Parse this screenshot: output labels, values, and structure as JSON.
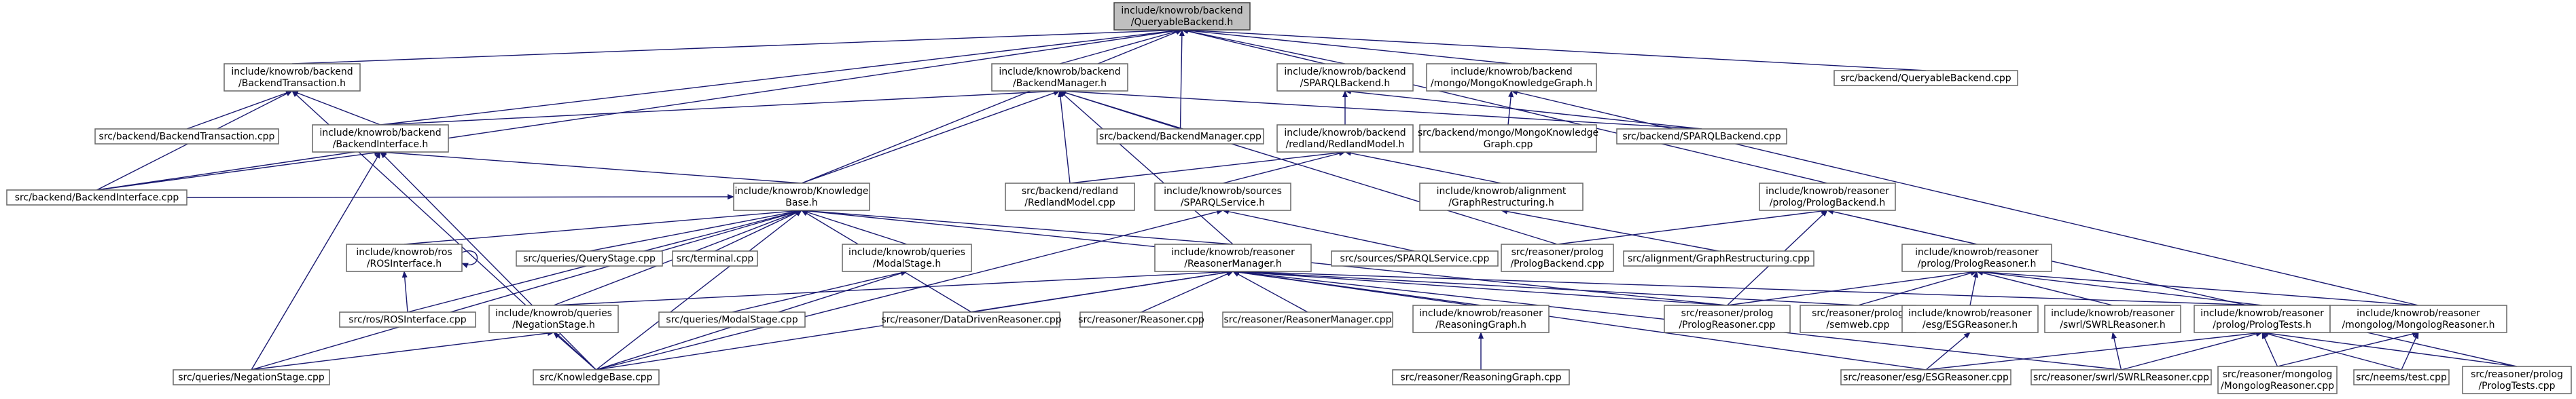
{
  "diagram": {
    "colors": {
      "root_fill": "#bfbfbf",
      "node_fill": "#ffffff",
      "node_border": "#666666",
      "edge": "#191970",
      "text": "#000000"
    },
    "nodes": [
      {
        "id": "qb_h",
        "lines": [
          "include/knowrob/backend",
          "/QueryableBackend.h"
        ],
        "root": true
      },
      {
        "id": "bt_h",
        "lines": [
          "include/knowrob/backend",
          "/BackendTransaction.h"
        ]
      },
      {
        "id": "bm_h",
        "lines": [
          "include/knowrob/backend",
          "/BackendManager.h"
        ]
      },
      {
        "id": "sparql_h",
        "lines": [
          "include/knowrob/backend",
          "/SPARQLBackend.h"
        ]
      },
      {
        "id": "mongokg_h",
        "lines": [
          "include/knowrob/backend",
          "/mongo/MongoKnowledgeGraph.h"
        ]
      },
      {
        "id": "qb_cpp",
        "lines": [
          "src/backend/QueryableBackend.cpp"
        ]
      },
      {
        "id": "bt_cpp",
        "lines": [
          "src/backend/BackendTransaction.cpp"
        ]
      },
      {
        "id": "bi_h",
        "lines": [
          "include/knowrob/backend",
          "/BackendInterface.h"
        ]
      },
      {
        "id": "bm_cpp",
        "lines": [
          "src/backend/BackendManager.cpp"
        ]
      },
      {
        "id": "redland_h",
        "lines": [
          "include/knowrob/backend",
          "/redland/RedlandModel.h"
        ]
      },
      {
        "id": "mongokg_cpp",
        "lines": [
          "src/backend/mongo/MongoKnowledge",
          "Graph.cpp"
        ]
      },
      {
        "id": "sparql_cpp",
        "lines": [
          "src/backend/SPARQLBackend.cpp"
        ]
      },
      {
        "id": "plb_h",
        "lines": [
          "include/knowrob/reasoner",
          "/prolog/PrologBackend.h"
        ]
      },
      {
        "id": "bi_cpp",
        "lines": [
          "src/backend/BackendInterface.cpp"
        ]
      },
      {
        "id": "kb_h",
        "lines": [
          "include/knowrob/Knowledge",
          "Base.h"
        ]
      },
      {
        "id": "redland_cpp",
        "lines": [
          "src/backend/redland",
          "/RedlandModel.cpp"
        ]
      },
      {
        "id": "sparqlsvc_h",
        "lines": [
          "include/knowrob/sources",
          "/SPARQLService.h"
        ]
      },
      {
        "id": "gr_h",
        "lines": [
          "include/knowrob/alignment",
          "/GraphRestructuring.h"
        ]
      },
      {
        "id": "ros_h",
        "lines": [
          "include/knowrob/ros",
          "/ROSInterface.h"
        ]
      },
      {
        "id": "qs_cpp",
        "lines": [
          "src/queries/QueryStage.cpp"
        ]
      },
      {
        "id": "term_cpp",
        "lines": [
          "src/terminal.cpp"
        ]
      },
      {
        "id": "modal_h",
        "lines": [
          "include/knowrob/queries",
          "/ModalStage.h"
        ]
      },
      {
        "id": "rm_h",
        "lines": [
          "include/knowrob/reasoner",
          "/ReasonerManager.h"
        ]
      },
      {
        "id": "sparqlsvc_cpp",
        "lines": [
          "src/sources/SPARQLService.cpp"
        ]
      },
      {
        "id": "plb_cpp",
        "lines": [
          "src/reasoner/prolog",
          "/PrologBackend.cpp"
        ]
      },
      {
        "id": "gr_cpp",
        "lines": [
          "src/alignment/GraphRestructuring.cpp"
        ]
      },
      {
        "id": "plr_h",
        "lines": [
          "include/knowrob/reasoner",
          "/prolog/PrologReasoner.h"
        ]
      },
      {
        "id": "ros_cpp",
        "lines": [
          "src/ros/ROSInterface.cpp"
        ]
      },
      {
        "id": "neg_h",
        "lines": [
          "include/knowrob/queries",
          "/NegationStage.h"
        ]
      },
      {
        "id": "modal_cpp",
        "lines": [
          "src/queries/ModalStage.cpp"
        ]
      },
      {
        "id": "ddr_cpp",
        "lines": [
          "src/reasoner/DataDrivenReasoner.cpp"
        ]
      },
      {
        "id": "reasoner_cpp",
        "lines": [
          "src/reasoner/Reasoner.cpp"
        ]
      },
      {
        "id": "rm_cpp",
        "lines": [
          "src/reasoner/ReasonerManager.cpp"
        ]
      },
      {
        "id": "rg_h",
        "lines": [
          "include/knowrob/reasoner",
          "/ReasoningGraph.h"
        ]
      },
      {
        "id": "plr_cpp",
        "lines": [
          "src/reasoner/prolog",
          "/PrologReasoner.cpp"
        ]
      },
      {
        "id": "semweb_cpp",
        "lines": [
          "src/reasoner/prolog",
          "/semweb.cpp"
        ]
      },
      {
        "id": "esg_h",
        "lines": [
          "include/knowrob/reasoner",
          "/esg/ESGReasoner.h"
        ]
      },
      {
        "id": "swrl_h",
        "lines": [
          "include/knowrob/reasoner",
          "/swrl/SWRLReasoner.h"
        ]
      },
      {
        "id": "pltests_h",
        "lines": [
          "include/knowrob/reasoner",
          "/prolog/PrologTests.h"
        ]
      },
      {
        "id": "mongolog_h",
        "lines": [
          "include/knowrob/reasoner",
          "/mongolog/MongologReasoner.h"
        ]
      },
      {
        "id": "neg_cpp",
        "lines": [
          "src/queries/NegationStage.cpp"
        ]
      },
      {
        "id": "kb_cpp",
        "lines": [
          "src/KnowledgeBase.cpp"
        ]
      },
      {
        "id": "rg_cpp",
        "lines": [
          "src/reasoner/ReasoningGraph.cpp"
        ]
      },
      {
        "id": "esg_cpp",
        "lines": [
          "src/reasoner/esg/ESGReasoner.cpp"
        ]
      },
      {
        "id": "swrl_cpp",
        "lines": [
          "src/reasoner/swrl/SWRLReasoner.cpp"
        ]
      },
      {
        "id": "mongolog_cpp",
        "lines": [
          "src/reasoner/mongolog",
          "/MongologReasoner.cpp"
        ]
      },
      {
        "id": "neems_cpp",
        "lines": [
          "src/neems/test.cpp"
        ]
      },
      {
        "id": "pltests_cpp",
        "lines": [
          "src/reasoner/prolog",
          "/PrologTests.cpp"
        ]
      }
    ],
    "edges": [
      [
        "bt_h",
        "qb_h"
      ],
      [
        "bm_h",
        "qb_h"
      ],
      [
        "sparql_h",
        "qb_h"
      ],
      [
        "mongokg_h",
        "qb_h"
      ],
      [
        "qb_cpp",
        "qb_h"
      ],
      [
        "bi_h",
        "qb_h"
      ],
      [
        "bm_cpp",
        "qb_h"
      ],
      [
        "plb_h",
        "qb_h"
      ],
      [
        "kb_h",
        "qb_h"
      ],
      [
        "bi_cpp",
        "qb_h"
      ],
      [
        "bt_cpp",
        "bt_h"
      ],
      [
        "bi_h",
        "bt_h"
      ],
      [
        "bi_cpp",
        "bt_h"
      ],
      [
        "kb_cpp",
        "bt_h"
      ],
      [
        "bi_h",
        "bm_h"
      ],
      [
        "bm_cpp",
        "bm_h"
      ],
      [
        "kb_h",
        "bm_h"
      ],
      [
        "redland_cpp",
        "bm_h"
      ],
      [
        "sparql_cpp",
        "bm_h"
      ],
      [
        "plb_cpp",
        "bm_h"
      ],
      [
        "rm_h",
        "bm_h"
      ],
      [
        "redland_h",
        "sparql_h"
      ],
      [
        "sparql_cpp",
        "sparql_h"
      ],
      [
        "mongokg_cpp",
        "mongokg_h"
      ],
      [
        "mongolog_h",
        "mongokg_h"
      ],
      [
        "bi_cpp",
        "bi_h"
      ],
      [
        "kb_h",
        "bi_h"
      ],
      [
        "neg_cpp",
        "bi_h"
      ],
      [
        "kb_cpp",
        "bi_h"
      ],
      [
        "redland_cpp",
        "redland_h"
      ],
      [
        "sparqlsvc_h",
        "redland_h"
      ],
      [
        "gr_h",
        "redland_h"
      ],
      [
        "sparqlsvc_cpp",
        "sparqlsvc_h"
      ],
      [
        "kb_cpp",
        "sparqlsvc_h"
      ],
      [
        "gr_cpp",
        "gr_h"
      ],
      [
        "plb_cpp",
        "plb_h"
      ],
      [
        "plr_h",
        "plb_h"
      ],
      [
        "plr_cpp",
        "plb_h"
      ],
      [
        "pltests_cpp",
        "plb_h"
      ],
      [
        "bi_cpp",
        "kb_h"
      ],
      [
        "ros_h",
        "kb_h"
      ],
      [
        "qs_cpp",
        "kb_h"
      ],
      [
        "term_cpp",
        "kb_h"
      ],
      [
        "modal_h",
        "kb_h"
      ],
      [
        "rm_h",
        "kb_h"
      ],
      [
        "neg_h",
        "kb_h"
      ],
      [
        "ddr_cpp",
        "kb_h"
      ],
      [
        "neg_cpp",
        "kb_h"
      ],
      [
        "kb_cpp",
        "kb_h"
      ],
      [
        "plr_cpp",
        "kb_h"
      ],
      [
        "ros_cpp",
        "kb_h"
      ],
      [
        "ros_h",
        "ros_h"
      ],
      [
        "ros_cpp",
        "ros_h"
      ],
      [
        "modal_cpp",
        "modal_h"
      ],
      [
        "kb_cpp",
        "modal_h"
      ],
      [
        "neg_cpp",
        "neg_h"
      ],
      [
        "kb_cpp",
        "neg_h"
      ],
      [
        "ddr_cpp",
        "rm_h"
      ],
      [
        "reasoner_cpp",
        "rm_h"
      ],
      [
        "rm_cpp",
        "rm_h"
      ],
      [
        "rg_h",
        "rm_h"
      ],
      [
        "plr_cpp",
        "rm_h"
      ],
      [
        "semweb_cpp",
        "rm_h"
      ],
      [
        "esg_cpp",
        "rm_h"
      ],
      [
        "swrl_cpp",
        "rm_h"
      ],
      [
        "pltests_h",
        "rm_h"
      ],
      [
        "kb_cpp",
        "rm_h"
      ],
      [
        "neg_h",
        "rm_h"
      ],
      [
        "rg_cpp",
        "rg_h"
      ],
      [
        "plr_cpp",
        "plr_h"
      ],
      [
        "semweb_cpp",
        "plr_h"
      ],
      [
        "esg_h",
        "plr_h"
      ],
      [
        "swrl_h",
        "plr_h"
      ],
      [
        "pltests_h",
        "plr_h"
      ],
      [
        "mongolog_h",
        "plr_h"
      ],
      [
        "esg_cpp",
        "esg_h"
      ],
      [
        "swrl_cpp",
        "swrl_h"
      ],
      [
        "esg_cpp",
        "pltests_h"
      ],
      [
        "swrl_cpp",
        "pltests_h"
      ],
      [
        "mongolog_cpp",
        "pltests_h"
      ],
      [
        "neems_cpp",
        "pltests_h"
      ],
      [
        "pltests_cpp",
        "pltests_h"
      ],
      [
        "mongolog_cpp",
        "mongolog_h"
      ],
      [
        "neems_cpp",
        "mongolog_h"
      ]
    ]
  }
}
